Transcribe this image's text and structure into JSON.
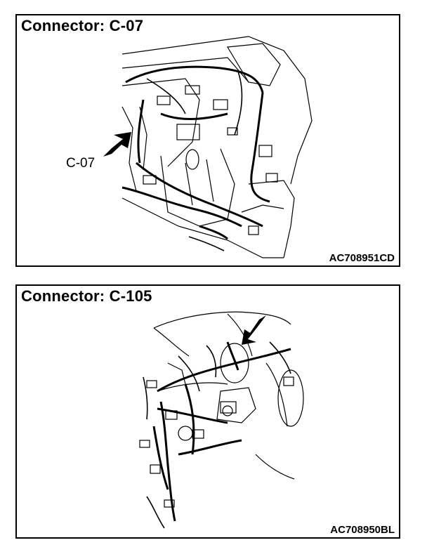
{
  "panels": [
    {
      "title": "Connector: C-07",
      "callout": "C-07",
      "code": "AC708951CD"
    },
    {
      "title": "Connector: C-105",
      "code": "AC708950BL"
    }
  ],
  "colors": {
    "line": "#000000",
    "background": "#ffffff"
  }
}
